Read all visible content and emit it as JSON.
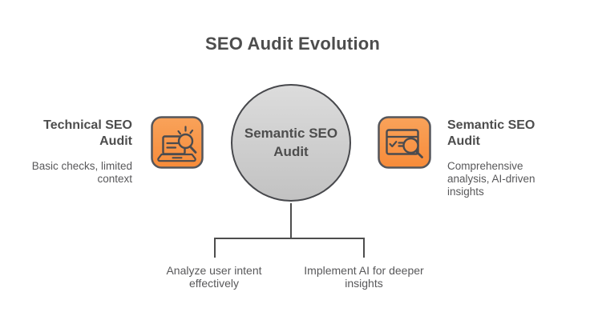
{
  "title": "SEO Audit Evolution",
  "diagram": {
    "center": {
      "label": "Semantic SEO Audit"
    },
    "left": {
      "heading": "Technical SEO Audit",
      "description": "Basic checks, limited context",
      "icon": "laptop-search-icon"
    },
    "right": {
      "heading": "Semantic SEO Audit",
      "description": "Comprehensive analysis, AI-driven insights",
      "icon": "browser-search-icon"
    },
    "children": [
      {
        "label": "Analyze user intent effectively"
      },
      {
        "label": "Implement AI for deeper insights"
      }
    ]
  },
  "colors": {
    "orange_top": "#f9a35b",
    "orange_bottom": "#f78b39",
    "node_gray_top": "#dcdcdc",
    "node_gray_bottom": "#c2c2c2",
    "stroke": "#4d4d4d",
    "icon_border": "#55565b",
    "heading_text": "#4d4d4d",
    "body_text": "#58585a",
    "background": "#ffffff"
  }
}
